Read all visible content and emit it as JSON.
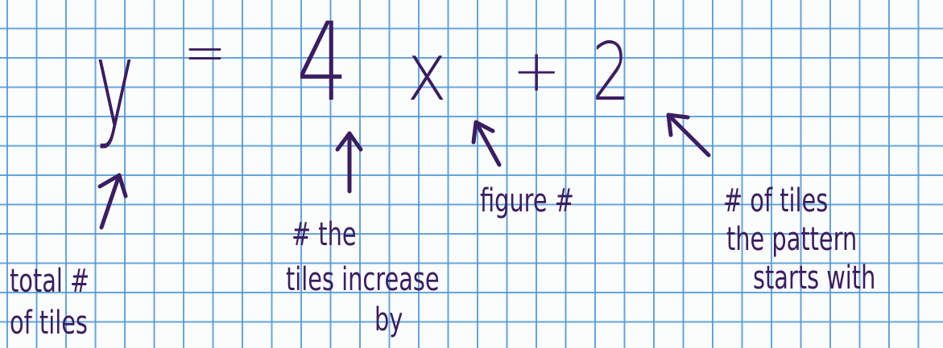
{
  "equation": {
    "y": "y",
    "equals": "=",
    "coefficient": "4",
    "x": "x",
    "plus": "+",
    "constant": "2"
  },
  "annotations": {
    "total": {
      "line1": "total #",
      "line2": "of tiles"
    },
    "increase": {
      "line1": "# the",
      "line2": "tiles increase",
      "line3": "by"
    },
    "figure": {
      "line1": "figure #"
    },
    "start": {
      "line1": "# of tiles",
      "line2": "the pattern",
      "line3": "starts with"
    }
  },
  "colors": {
    "ink": "#3a1d62",
    "grid": "#4d94d6",
    "paper": "#fbfcfc"
  }
}
